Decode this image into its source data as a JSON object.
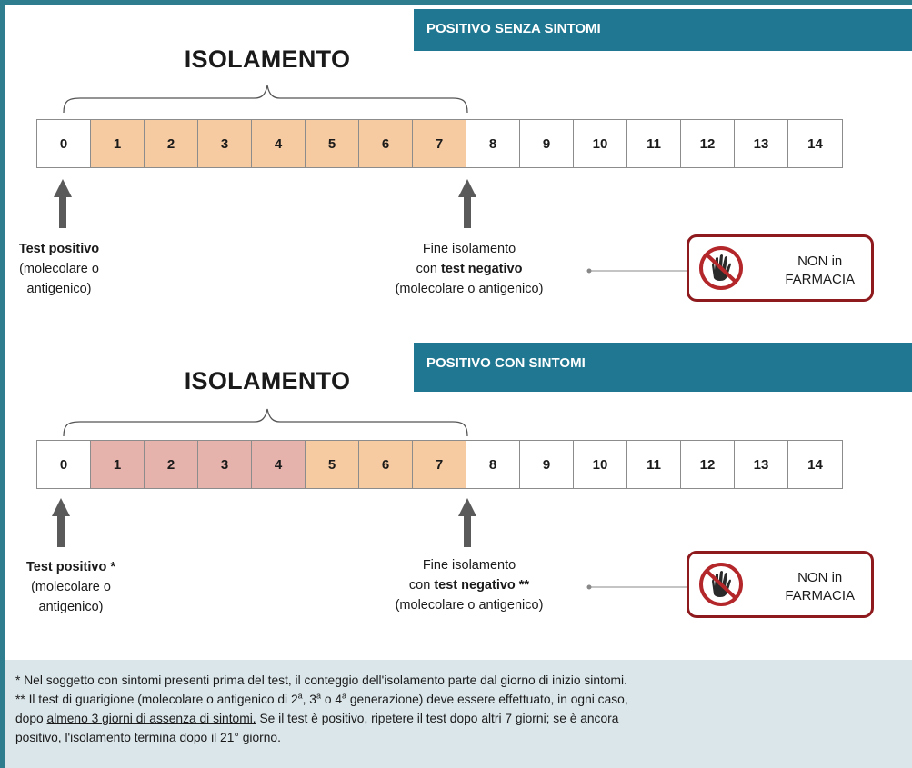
{
  "section1": {
    "banner": "POSITIVO SENZA SINTOMI",
    "title": "ISOLAMENTO",
    "days": [
      "0",
      "1",
      "2",
      "3",
      "4",
      "5",
      "6",
      "7",
      "8",
      "9",
      "10",
      "11",
      "12",
      "13",
      "14"
    ],
    "cell_colors": [
      "white",
      "orange",
      "orange",
      "orange",
      "orange",
      "orange",
      "orange",
      "orange",
      "white",
      "white",
      "white",
      "white",
      "white",
      "white",
      "white"
    ],
    "start_label": {
      "bold": "Test positivo",
      "line2": "(molecolare o",
      "line3": "antigenico)"
    },
    "end_label": {
      "line1": "Fine isolamento",
      "prefix": "con ",
      "bold": "test negativo",
      "suffix": "",
      "line3": "(molecolare o antigenico)"
    },
    "badge": {
      "line1": "NON in",
      "line2": "FARMACIA",
      "icon": "no-hand-icon"
    }
  },
  "section2": {
    "banner": "POSITIVO CON SINTOMI",
    "title": "ISOLAMENTO",
    "days": [
      "0",
      "1",
      "2",
      "3",
      "4",
      "5",
      "6",
      "7",
      "8",
      "9",
      "10",
      "11",
      "12",
      "13",
      "14"
    ],
    "cell_colors": [
      "white",
      "pink",
      "pink",
      "pink",
      "pink",
      "orange",
      "orange",
      "orange",
      "white",
      "white",
      "white",
      "white",
      "white",
      "white",
      "white"
    ],
    "start_label": {
      "bold": "Test positivo *",
      "line2": "(molecolare o",
      "line3": "antigenico)"
    },
    "end_label": {
      "line1": "Fine isolamento",
      "prefix": "con ",
      "bold": "test negativo **",
      "suffix": "",
      "line3": "(molecolare o antigenico)"
    },
    "badge": {
      "line1": "NON in",
      "line2": "FARMACIA",
      "icon": "no-hand-icon"
    }
  },
  "notes": {
    "note1": "* Nel soggetto con sintomi presenti prima del test, il conteggio dell'isolamento parte dal giorno di inizio sintomi.",
    "note2_a": "** Il test di guarigione (molecolare o antigenico di 2",
    "sup_a": "a",
    "note2_b": ", 3",
    "sup_b": "a",
    "note2_c": " o 4",
    "sup_c": "a",
    "note2_d": " generazione) deve essere effettuato, in ogni caso,",
    "note3_a": "dopo ",
    "note3_u": "almeno 3 giorni di assenza di sintomi.",
    "note3_b": " Se il test è positivo, ripetere il test dopo altri 7 giorni; se è ancora",
    "note4": "positivo, l'isolamento termina dopo il 21° giorno."
  },
  "colors": {
    "banner": "#1f7791",
    "frame": "#2e7d8f",
    "isolation_orange": "#f7cba2",
    "isolation_pink": "#e5b3ab",
    "badge_border": "#8e1a1e",
    "notes_bg": "#dbe6ea"
  }
}
